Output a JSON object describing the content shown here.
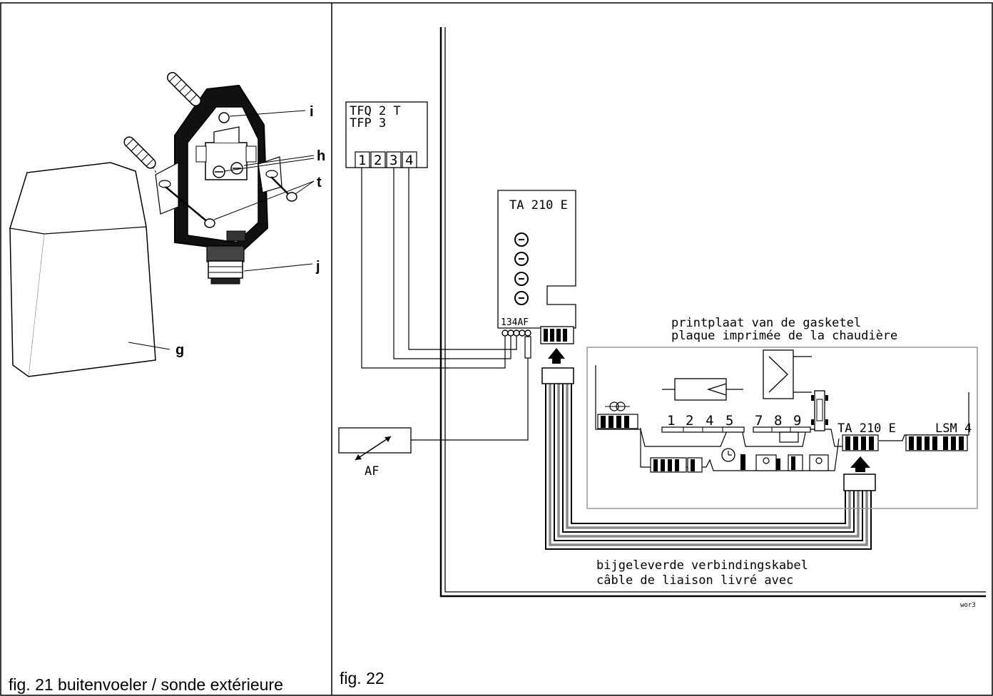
{
  "fig21": {
    "caption": "fig. 21 buitenvoeler / sonde extérieure",
    "labels": {
      "i": "i",
      "h": "h",
      "t": "t",
      "j": "j",
      "g": "g"
    }
  },
  "fig22": {
    "caption": "fig. 22",
    "sensor_box": {
      "line1": "TFQ 2 T",
      "line2": "TFP 3",
      "terminals": [
        "1",
        "2",
        "3",
        "4"
      ]
    },
    "module_box": {
      "title": "TA 210 E",
      "terminal_label": "134AF"
    },
    "pot_label": "AF",
    "board": {
      "label_nl": "printplaat van de gasketel",
      "label_fr": "plaque imprimée de la chaudière",
      "terminal_numbers": [
        "1",
        "2",
        "4",
        "5",
        "7",
        "8",
        "9"
      ],
      "connector_ta": "TA 210 E",
      "connector_lsm": "LSM 4"
    },
    "cable_nl": "bijgeleverde verbindingskabel",
    "cable_fr": "câble de liaison livré avec",
    "drawing_code": "wor3"
  }
}
